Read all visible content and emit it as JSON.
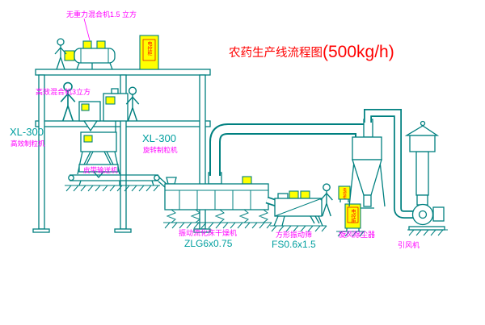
{
  "title": {
    "text": "农药生产线流程图",
    "capacity": "(500kg/h)"
  },
  "labels": {
    "top_mixer": "无重力混合机1.5 立方",
    "floor_mixer": "高效混合机3立方",
    "granulator_left_model": "XL-300",
    "granulator_left_name": "高效制粒机",
    "granulator_center_model": "XL-300",
    "granulator_center_name": "旋转制粒机",
    "belt_conveyor": "皮带输送机",
    "dryer_name": "振动流化床干燥机",
    "dryer_model": "ZLG6x0.75",
    "screen_name": "方形振动筛",
    "screen_model": "FS0.6x1.5",
    "cyclone_name": "旋风除尘器",
    "fan_name": "引风机",
    "control_cabinet": "电控柜"
  },
  "colors": {
    "line": "#008080",
    "label": "#ff00ff",
    "model_text": "#009f9f",
    "title": "#ff0000",
    "equipment_fill": "#ffff00",
    "cabinet_text": "#dd0000",
    "background": "#ffffff"
  }
}
